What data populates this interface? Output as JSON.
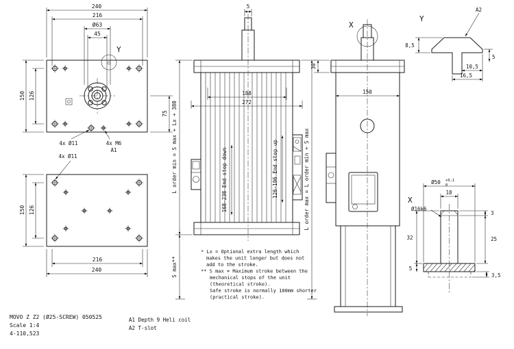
{
  "colors": {
    "line": "#1a1a1a",
    "background": "#ffffff"
  },
  "title_block": {
    "title": "MOVO Z Z2 (Ø25-SCREW) 050525",
    "scale": "Scale 1:4",
    "number": "4-110,523"
  },
  "legend": {
    "a1_note": "A1 Depth 9 Heli coil",
    "a2_note": "A2 T-slot"
  },
  "notes": {
    "lines": [
      "* Lx = Optional extra length which",
      "makes the unit longer but does not",
      "add to the stroke.",
      "** S max = Maximum stroke between the",
      "mechanical stops of the unit",
      "(theoretical stroke).",
      "Safe stroke is normally 100mm shorter",
      "(practical stroke)."
    ]
  },
  "top_plan_view": {
    "dim_overall_width": "240",
    "dim_hole_spacing_width": "216",
    "dim_center_boss": "Ø63",
    "dim_bolt_circle": "45",
    "dim_overall_depth": "150",
    "dim_hole_spacing_depth": "126",
    "dim_offset": "75",
    "callout_holes": "4x Ø11",
    "callout_threads": "4x M6",
    "ref_a1": "A1",
    "detail_ref_y": "Y"
  },
  "bottom_plan_view": {
    "callout_holes": "4x Ø11",
    "dim_overall_depth": "150",
    "dim_hole_spacing_depth": "126",
    "dim_hole_spacing_width": "216",
    "dim_overall_width": "240"
  },
  "front_view": {
    "dim_shaft_tip": "5",
    "dim_body_width": "188",
    "dim_flange_width": "272",
    "dim_order_min": "L order min = S max + Lx + 380",
    "dim_end_stop_down": "168-238 End stop down",
    "dim_end_stop_up": "126-196 End stop up",
    "dim_order_max": "L order max = L order min + S max",
    "dim_stroke": "S max**"
  },
  "side_view": {
    "detail_ref_x": "X",
    "dim_flange_thickness": "30",
    "dim_body_depth": "150"
  },
  "detail_y": {
    "label": "Y",
    "ref_a2": "A2",
    "dim_height": "8,5",
    "dim_slot_offset": "10,5",
    "dim_lip": "5",
    "dim_slot_width": "16,5"
  },
  "detail_x": {
    "label": "X",
    "dim_flange_dia": "Ø50",
    "dim_tol_upper": "+0,1",
    "dim_tol_lower": "0",
    "dim_across": "18",
    "dim_shaft": "Ø16k6",
    "dim_step": "3",
    "dim_shaft_length": "25",
    "dim_total": "32",
    "dim_flange_thk": "5",
    "dim_recess": "3,5"
  }
}
